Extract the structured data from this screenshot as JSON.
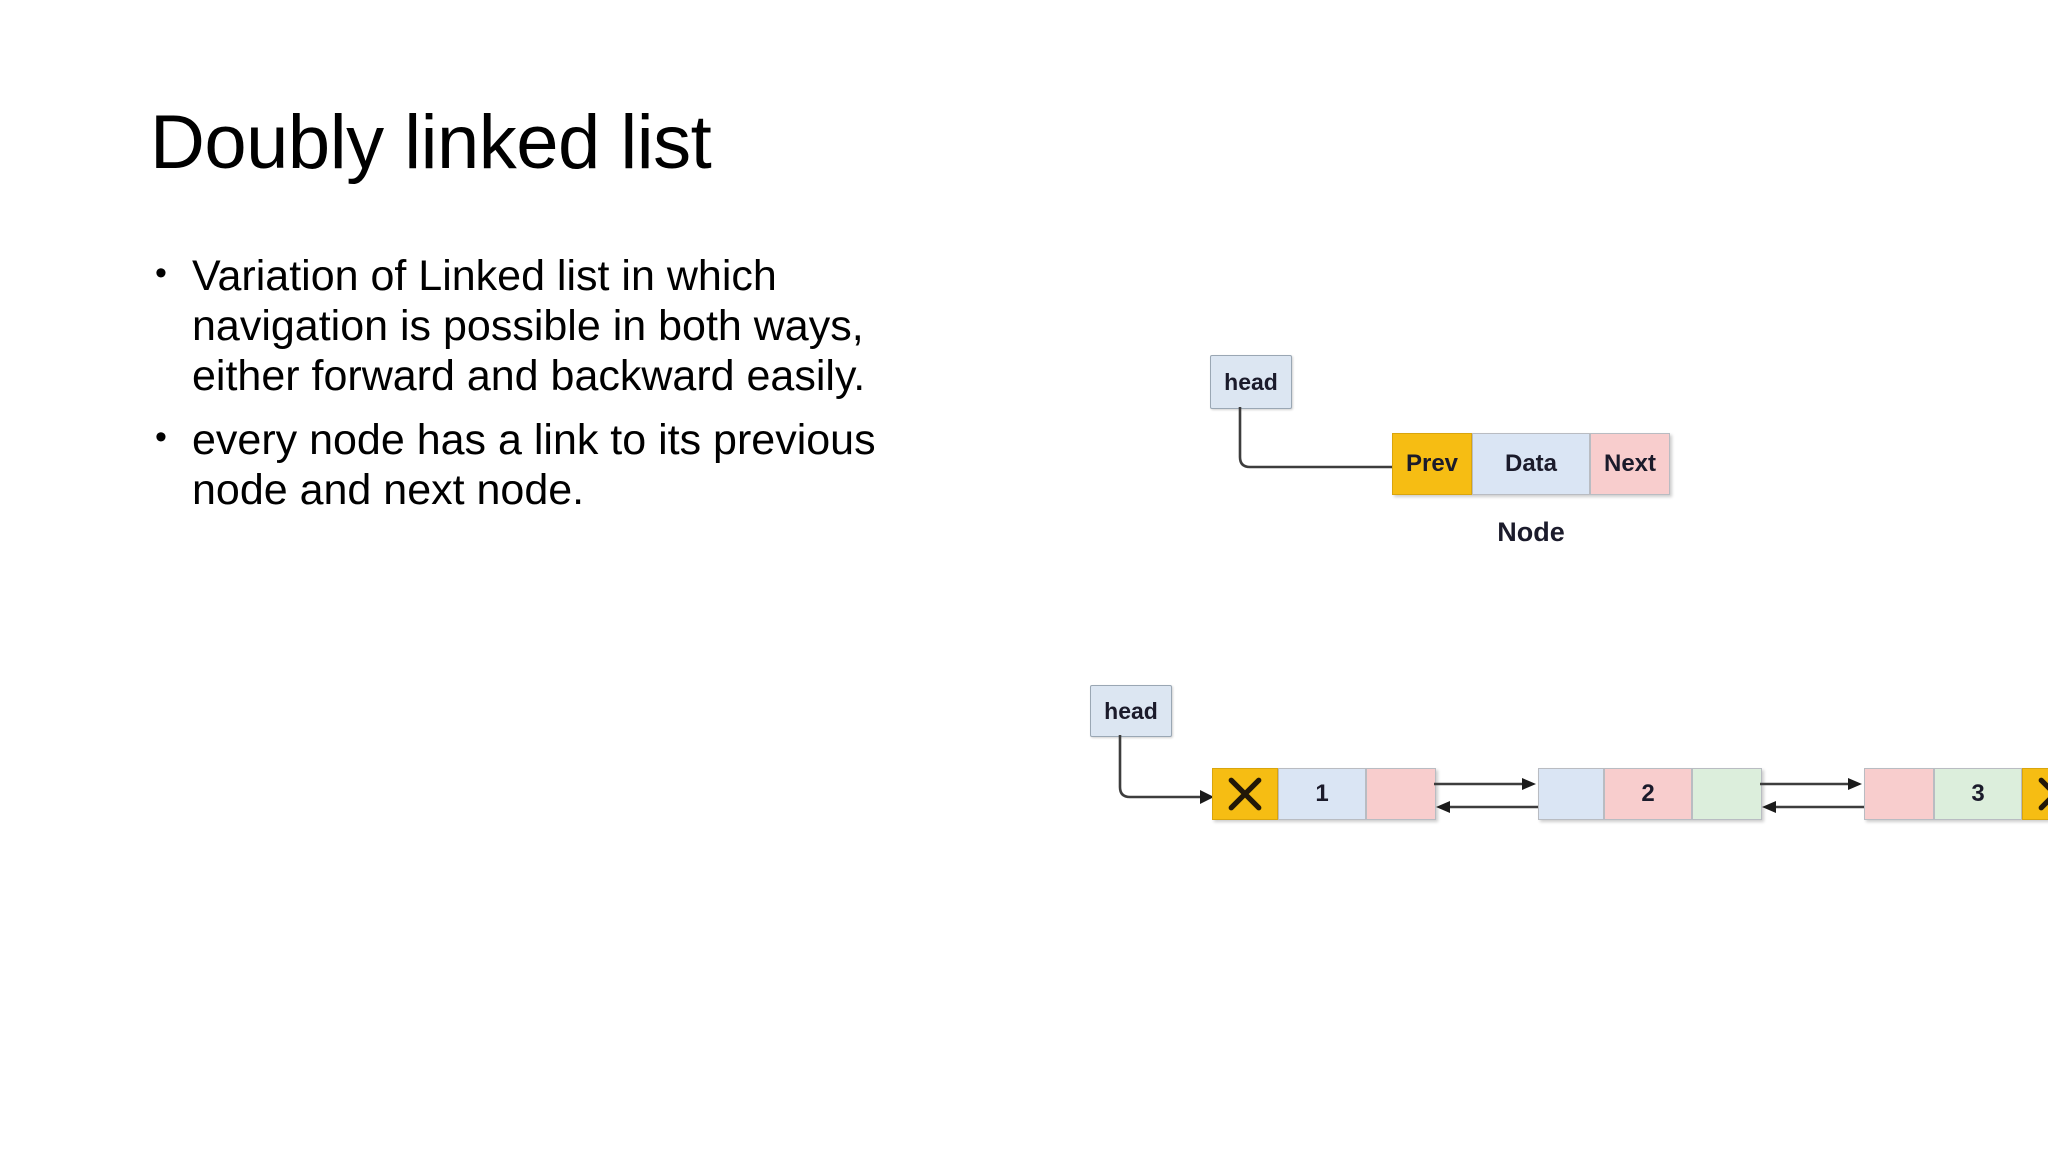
{
  "slide": {
    "title": "Doubly linked list",
    "bullets": [
      "Variation of Linked list in which navigation is possible in both ways, either forward and backward easily.",
      "every node has a link to its previous node and next node."
    ]
  },
  "colors": {
    "prev_amber": "#f6bd13",
    "data_blue": "#dae5f4",
    "next_pink": "#f8cdcd",
    "green": "#dceedc",
    "head_fill": "#dce6f2",
    "head_border": "#9aa7b4",
    "line": "#3d3d3d",
    "text": "#1b1b2b"
  },
  "diagram_node": {
    "head_label": "head",
    "caption": "Node",
    "cells": [
      {
        "label": "Prev",
        "color": "amber"
      },
      {
        "label": "Data",
        "color": "blue"
      },
      {
        "label": "Next",
        "color": "pink"
      }
    ]
  },
  "diagram_list": {
    "head_label": "head",
    "nodes": [
      {
        "cells": [
          {
            "label": "",
            "color": "amber",
            "icon": "x-null-icon"
          },
          {
            "label": "1",
            "color": "blue"
          },
          {
            "label": "",
            "color": "pink"
          }
        ]
      },
      {
        "cells": [
          {
            "label": "",
            "color": "blue"
          },
          {
            "label": "2",
            "color": "pink"
          },
          {
            "label": "",
            "color": "green"
          }
        ]
      },
      {
        "cells": [
          {
            "label": "",
            "color": "pink"
          },
          {
            "label": "3",
            "color": "green"
          },
          {
            "label": "",
            "color": "amber",
            "icon": "x-null-icon"
          }
        ]
      }
    ]
  }
}
